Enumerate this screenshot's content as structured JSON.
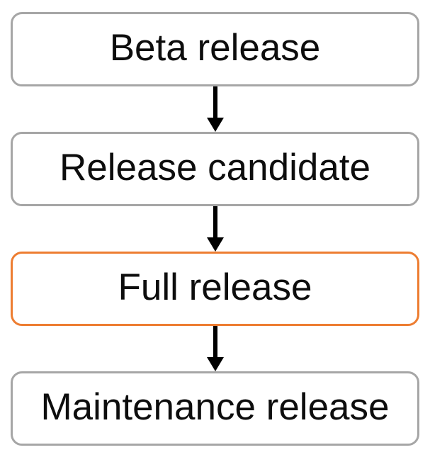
{
  "diagram": {
    "type": "flowchart",
    "direction": "top-down",
    "nodes": [
      {
        "label": "Beta release",
        "border_color": "#A6A6A6",
        "highlighted": false
      },
      {
        "label": "Release candidate",
        "border_color": "#A6A6A6",
        "highlighted": false
      },
      {
        "label": "Full release",
        "border_color": "#ED7D31",
        "highlighted": true
      },
      {
        "label": "Maintenance release",
        "border_color": "#A6A6A6",
        "highlighted": false
      }
    ],
    "connectors": [
      {
        "from": 0,
        "to": 1,
        "style": "arrow-down"
      },
      {
        "from": 1,
        "to": 2,
        "style": "arrow-down"
      },
      {
        "from": 2,
        "to": 3,
        "style": "arrow-down"
      }
    ],
    "colors": {
      "node_border_default": "#A6A6A6",
      "node_border_highlight": "#ED7D31",
      "node_fill": "#FFFFFF",
      "arrow": "#000000",
      "text": "#0D0D0D",
      "background": "#FFFFFF"
    }
  }
}
